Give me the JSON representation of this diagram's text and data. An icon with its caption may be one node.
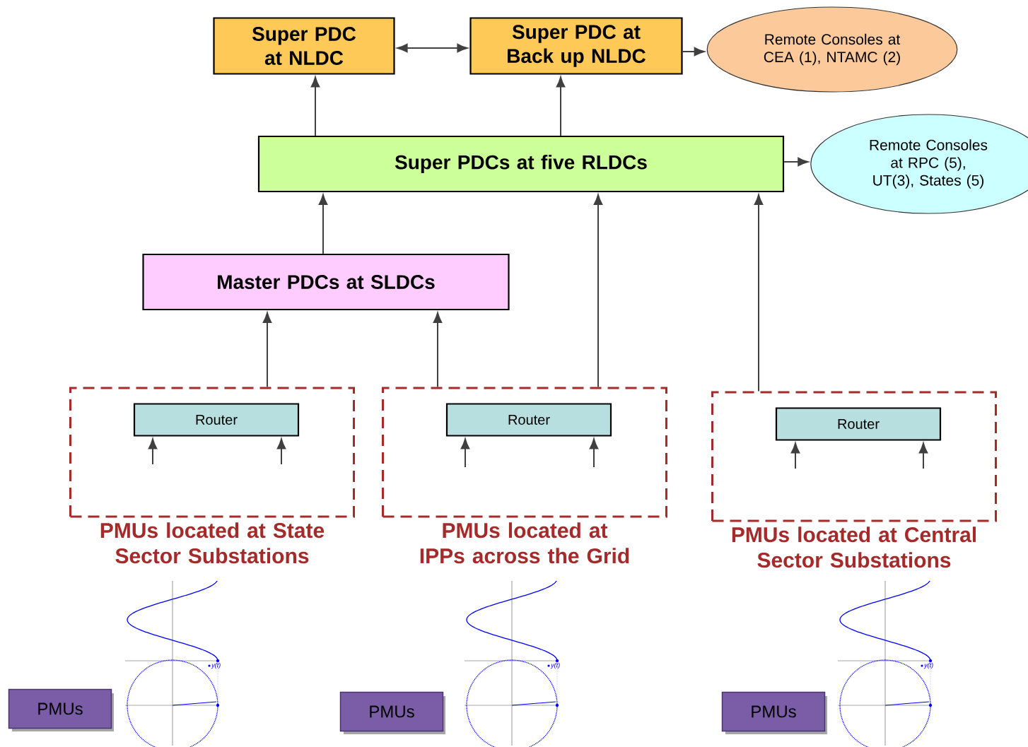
{
  "diagram": {
    "nodes": [
      {
        "text": [
          "Super PDC at NLDC"
        ]
      },
      {
        "text": [
          "Super PDC at Back up NLDC"
        ]
      },
      {
        "text": [
          "Remote Consoles at CEA (1), NTAMC (2)"
        ]
      },
      {
        "text": [
          "Super PDCs at five RLDCs"
        ]
      },
      {
        "text": [
          "Remote Consoles at RPC (5), UT(3), States (5)"
        ]
      },
      {
        "text": [
          "Master PDCs at SLDCs"
        ]
      },
      {
        "text": [
          "PMUs located at State Sector Substations"
        ]
      },
      {
        "text": [
          "Router"
        ],
        "in": 6
      },
      {
        "text": [
          "PMUs located at IPPs across the Grid"
        ]
      },
      {
        "text": [
          "Router"
        ],
        "in": 8
      },
      {
        "text": [
          "PMUs located at Central Sector Substations"
        ]
      },
      {
        "text": [
          "Router"
        ],
        "in": 10
      },
      {
        "text": [
          "PMUs"
        ]
      },
      {
        "text": [
          "PMUs"
        ]
      },
      {
        "text": [
          "PMUs"
        ]
      }
    ],
    "edges": [
      {
        "from": 0,
        "to": 1,
        "arrow": "both"
      },
      {
        "from": 1,
        "to": 2,
        "arrow": "to"
      },
      {
        "from": 3,
        "to": 0,
        "arrow": "to"
      },
      {
        "from": 3,
        "to": 1,
        "arrow": "to"
      },
      {
        "from": 3,
        "to": 4,
        "arrow": "to"
      },
      {
        "from": 5,
        "to": 3,
        "arrow": "to"
      },
      {
        "from": 6,
        "to": 5,
        "arrow": "to"
      },
      {
        "from": 8,
        "to": 5,
        "arrow": "to"
      },
      {
        "from": 8,
        "to": 3,
        "arrow": "to"
      },
      {
        "from": 10,
        "to": 3,
        "arrow": "to"
      },
      {
        "from": null,
        "to": 7,
        "arrow": "to"
      },
      {
        "from": null,
        "to": 7,
        "arrow": "to"
      },
      {
        "from": null,
        "to": 9,
        "arrow": "to"
      },
      {
        "from": null,
        "to": 9,
        "arrow": "to"
      },
      {
        "from": null,
        "to": 11,
        "arrow": "to"
      },
      {
        "from": null,
        "to": 11,
        "arrow": "to"
      }
    ],
    "labels": [
      "y(t)",
      "y(t)",
      "y(t)"
    ]
  }
}
